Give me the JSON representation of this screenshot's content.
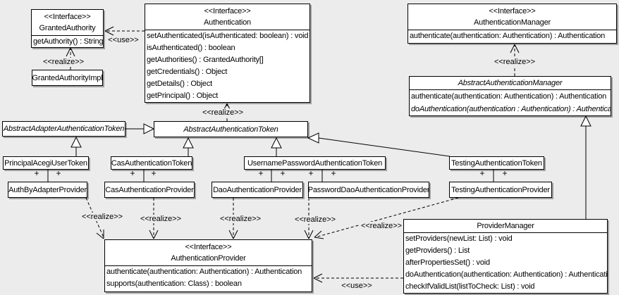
{
  "labels": {
    "realize": "<<realize>>",
    "use": "<<use>>",
    "plus": "+"
  },
  "colors": {
    "background": "#ececec",
    "box_fill": "#ffffff",
    "line": "#000000"
  },
  "classes": {
    "granted_authority": {
      "stereotype": "<<Interface>>",
      "name": "GrantedAuthority",
      "methods": [
        "getAuthority() : String"
      ]
    },
    "granted_authority_impl": {
      "name": "GrantedAuthorityImpl"
    },
    "authentication": {
      "stereotype": "<<Interface>>",
      "name": "Authentication",
      "methods": [
        "setAuthenticated(isAuthenticated: boolean) : void",
        "isAuthenticated() : boolean",
        "getAuthorities() : GrantedAuthority[]",
        "getCredentials() : Object",
        "getDetails() : Object",
        "getPrincipal() : Object"
      ]
    },
    "authentication_manager": {
      "stereotype": "<<Interface>>",
      "name": "AuthenticationManager",
      "methods": [
        "authenticate(authentication: Authentication) : Authentication"
      ]
    },
    "abstract_authentication_manager": {
      "name": "AbstractAuthenticationManager",
      "methods": [
        "authenticate(authentication: Authentication) : Authentication",
        "doAuthentication(authentication : Authentication) : Authentication"
      ]
    },
    "abstract_adapter_authentication_token": {
      "name": "AbstractAdapterAuthenticationToken"
    },
    "abstract_authentication_token": {
      "name": "AbstractAuthenticationToken"
    },
    "principal_acegi_user_token": {
      "name": "PrincipalAcegiUserToken"
    },
    "cas_authentication_token": {
      "name": "CasAuthenticationToken"
    },
    "username_password_authentication_token": {
      "name": "UsernamePasswordAuthenticationToken"
    },
    "testing_authentication_token": {
      "name": "TestingAuthenticationToken"
    },
    "auth_by_adapter_provider": {
      "name": "AuthByAdapterProvider"
    },
    "cas_authentication_provider": {
      "name": "CasAuthenticationProvider"
    },
    "dao_authentication_provider": {
      "name": "DaoAuthenticationProvider"
    },
    "password_dao_authentication_provider": {
      "name": "PasswordDaoAuthenticationProvider"
    },
    "testing_authentication_provider": {
      "name": "TestingAuthenticationProvider"
    },
    "authentication_provider": {
      "stereotype": "<<Interface>>",
      "name": "AuthenticationProvider",
      "methods": [
        "authenticate(authentication: Authentication) : Authentication",
        "supports(authentication: Class) : boolean"
      ]
    },
    "provider_manager": {
      "name": "ProviderManager",
      "methods": [
        "setProviders(newList: List) : void",
        "getProviders() : List",
        "afterPropertiesSet() : void",
        "doAuthentication(authentication: Authentication) : Authentication",
        "checkIfValidList(listToCheck: List) : void"
      ]
    }
  }
}
